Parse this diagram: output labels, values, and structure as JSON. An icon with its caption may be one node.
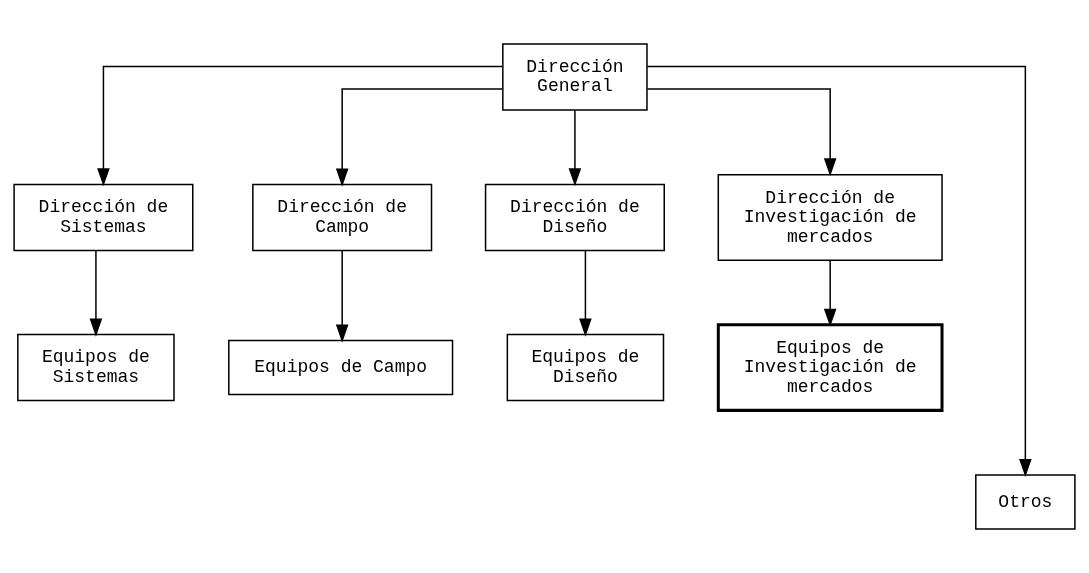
{
  "diagram": {
    "nodes": [
      {
        "text": [
          "Dirección General"
        ]
      },
      {
        "text": [
          "Dirección de Sistemas"
        ]
      },
      {
        "text": [
          "Dirección de Campo"
        ]
      },
      {
        "text": [
          "Dirección de Diseño"
        ]
      },
      {
        "text": [
          "Dirección de Investigación de mercados"
        ]
      },
      {
        "text": [
          "Equipos de Sistemas"
        ]
      },
      {
        "text": [
          "Equipos de Campo"
        ]
      },
      {
        "text": [
          "Equipos de Diseño"
        ]
      },
      {
        "text": [
          "Equipos de Investigación de mercados"
        ]
      },
      {
        "text": [
          "Otros"
        ]
      }
    ],
    "edges": [
      {
        "from": 0,
        "to": 1,
        "arrow": "to"
      },
      {
        "from": 0,
        "to": 2,
        "arrow": "to"
      },
      {
        "from": 0,
        "to": 3,
        "arrow": "to"
      },
      {
        "from": 0,
        "to": 4,
        "arrow": "to"
      },
      {
        "from": 1,
        "to": 5,
        "arrow": "to"
      },
      {
        "from": 2,
        "to": 6,
        "arrow": "to"
      },
      {
        "from": 3,
        "to": 7,
        "arrow": "to"
      },
      {
        "from": 4,
        "to": 8,
        "arrow": "to"
      },
      {
        "from": 0,
        "to": 9,
        "arrow": "to"
      }
    ]
  }
}
